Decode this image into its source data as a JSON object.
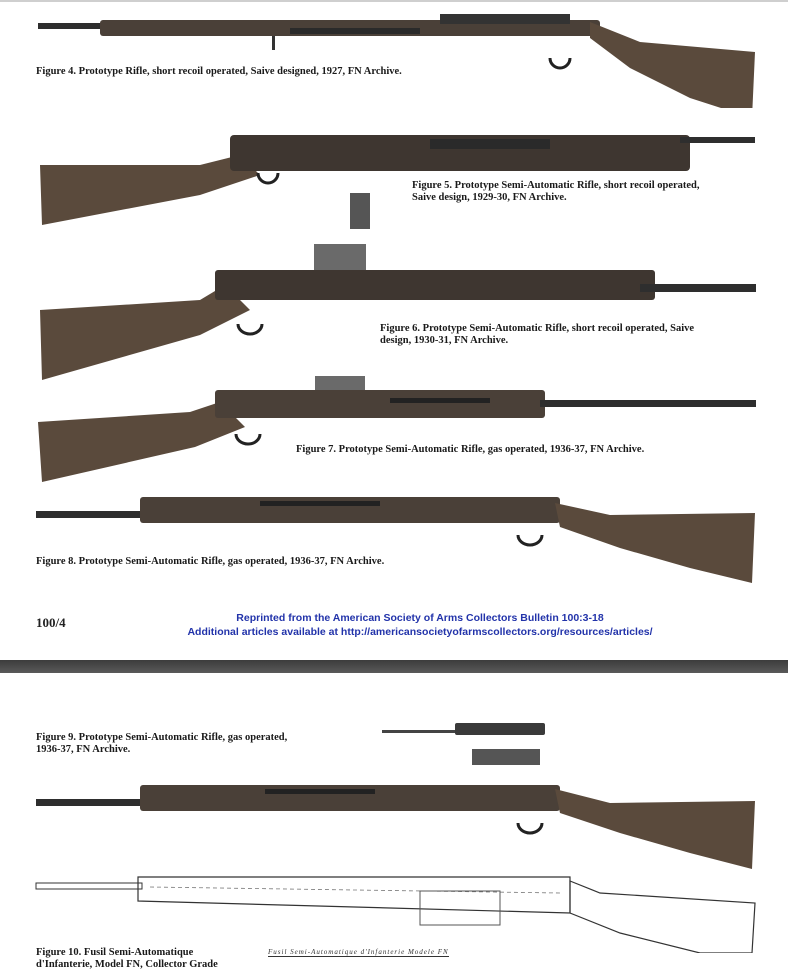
{
  "page1": {
    "captions": {
      "fig4": "Figure 4. Prototype Rifle, short recoil operated, Saive designed, 1927, FN Archive.",
      "fig5_line1": "Figure 5. Prototype Semi-Automatic Rifle, short recoil operated,",
      "fig5_line2": "Saive design, 1929-30, FN Archive.",
      "fig6_line1": "Figure 6. Prototype Semi-Automatic Rifle, short recoil operated, Saive",
      "fig6_line2": "design, 1930-31, FN Archive.",
      "fig7": "Figure 7. Prototype Semi-Automatic Rifle, gas operated, 1936-37, FN Archive.",
      "fig8": "Figure 8. Prototype Semi-Automatic Rifle, gas operated, 1936-37, FN Archive."
    },
    "page_number": "100/4",
    "reprint_line1": "Reprinted from the American Society of Arms Collectors Bulletin 100:3-18",
    "reprint_line2": "Additional articles available at http://americansocietyofarmscollectors.org/resources/articles/"
  },
  "page2": {
    "captions": {
      "fig9_line1": "Figure 9. Prototype Semi-Automatic Rifle, gas operated,",
      "fig9_line2": "1936-37, FN Archive.",
      "fig10_line1": "Figure 10. Fusil Semi-Automatique",
      "fig10_line2": "d'Infanterie, Model FN, Collector Grade"
    },
    "plate_title": "Fusil Semi-Automatique d'Infanterie Modele FN"
  },
  "colors": {
    "wood": "#5a4a3c",
    "metal": "#2e2e2e",
    "link": "#2233aa",
    "separator": "#4a4a4a"
  }
}
